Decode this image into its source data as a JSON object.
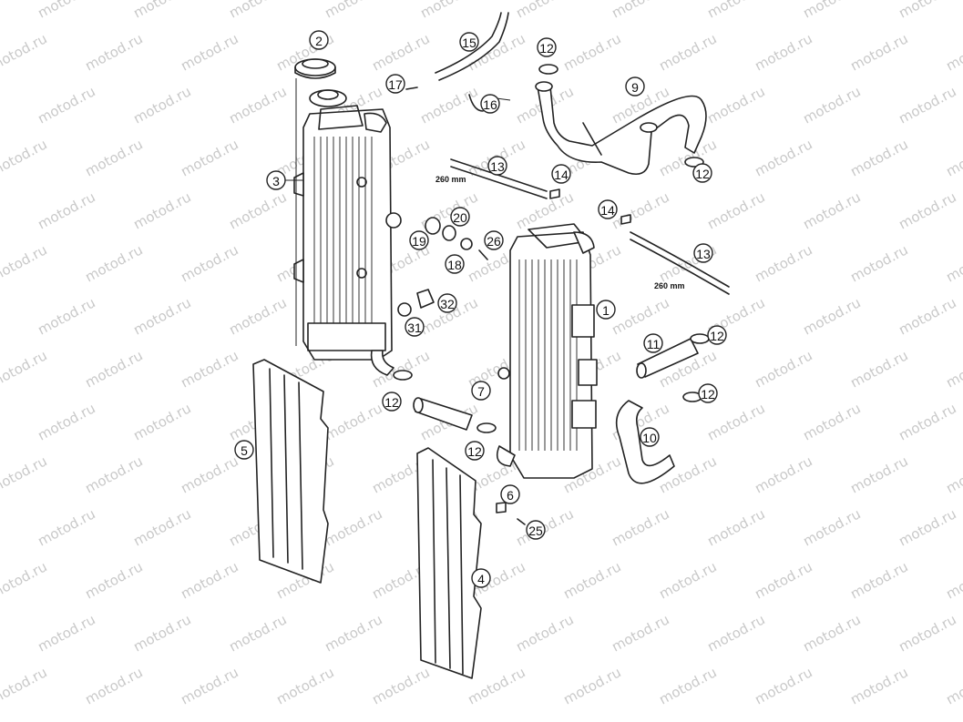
{
  "watermark": "motod.ru",
  "dimensions": [
    "260 mm",
    "260 mm"
  ],
  "callouts": [
    "1",
    "2",
    "3",
    "4",
    "5",
    "6",
    "7",
    "9",
    "10",
    "11",
    "12",
    "12",
    "12",
    "12",
    "12",
    "12",
    "13",
    "13",
    "14",
    "14",
    "15",
    "16",
    "17",
    "18",
    "19",
    "20",
    "25",
    "26",
    "31",
    "32"
  ],
  "colors": {
    "line": "#222222",
    "watermark": "#c9c9c9",
    "background": "#ffffff"
  }
}
